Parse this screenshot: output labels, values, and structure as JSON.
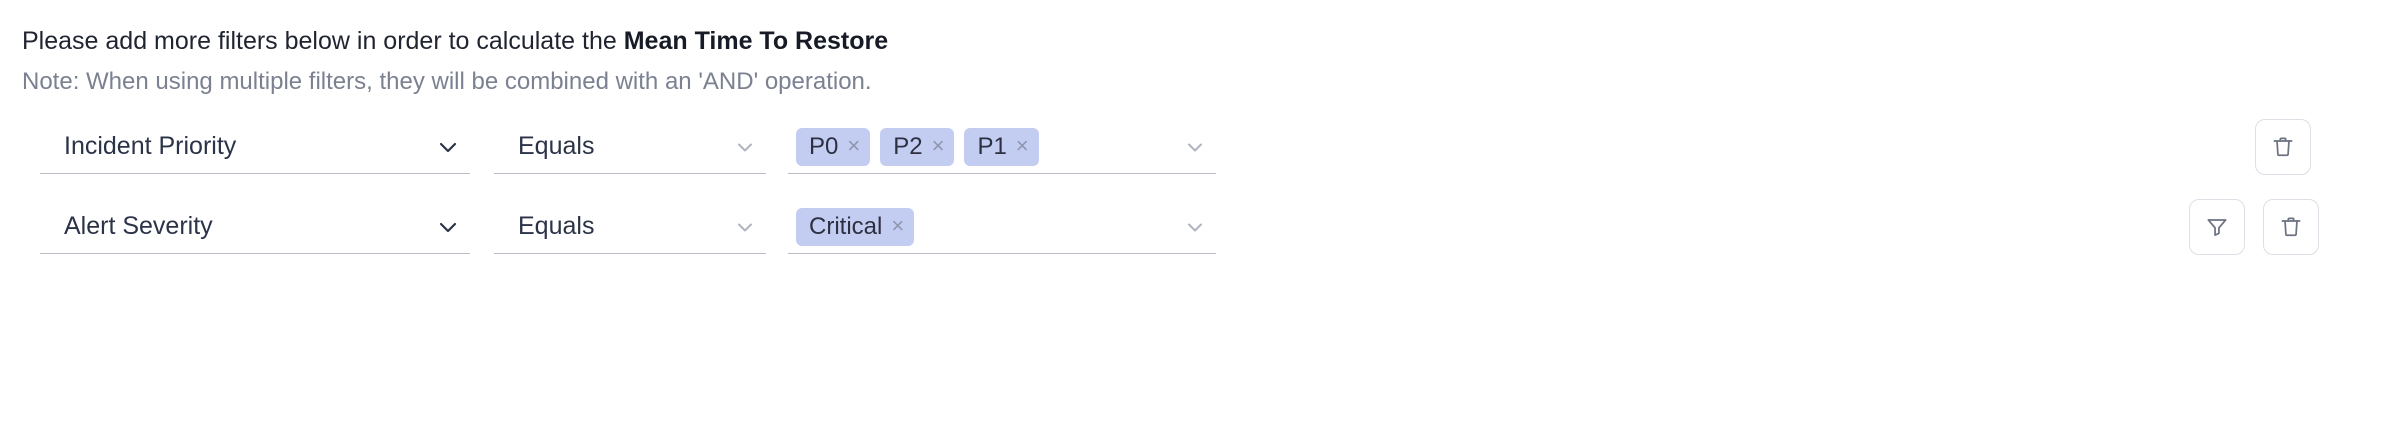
{
  "header": {
    "instruction_prefix": "Please add more filters below in order to calculate the ",
    "instruction_metric": "Mean Time To Restore",
    "note": "Note: When using multiple filters, they will be combined with an 'AND' operation."
  },
  "colors": {
    "chip_background": "#c3cdf2",
    "chip_text": "#2c3040",
    "field_text": "#2b3348",
    "note_text": "#7b8191",
    "underline": "#b9bdc7",
    "button_border": "#dcdfe5"
  },
  "filters": [
    {
      "attribute": "Incident Priority",
      "operator": "Equals",
      "values": [
        "P0",
        "P2",
        "P1"
      ],
      "chip_remove_label": "×",
      "actions": [
        "delete-button"
      ]
    },
    {
      "attribute": "Alert Severity",
      "operator": "Equals",
      "values": [
        "Critical"
      ],
      "chip_remove_label": "×",
      "actions": [
        "filter-button",
        "delete-button"
      ]
    }
  ],
  "icons": {
    "chevron_down": "chevron-down-icon",
    "trash": "trash-icon",
    "funnel": "funnel-icon",
    "chip_close": "close-icon"
  }
}
